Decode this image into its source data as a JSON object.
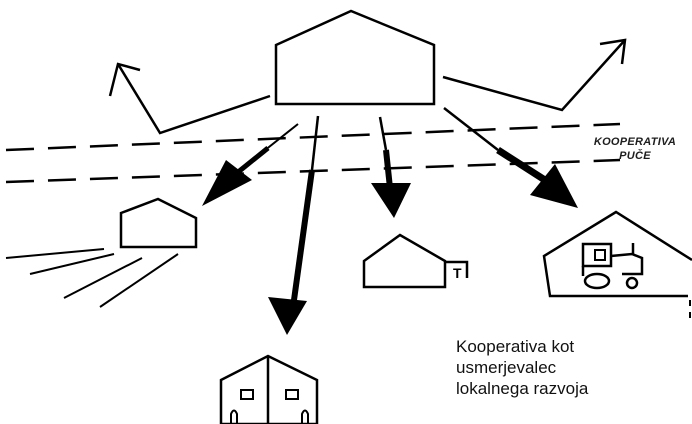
{
  "road_label": {
    "line1": "KOOPERATIVA",
    "line2": "PUČE"
  },
  "caption": {
    "line1": "Kooperativa kot",
    "line2": "usmerjevalec",
    "line3": "lokalnega razvoja"
  },
  "colors": {
    "ink": "#000000",
    "background": "#ffffff"
  }
}
